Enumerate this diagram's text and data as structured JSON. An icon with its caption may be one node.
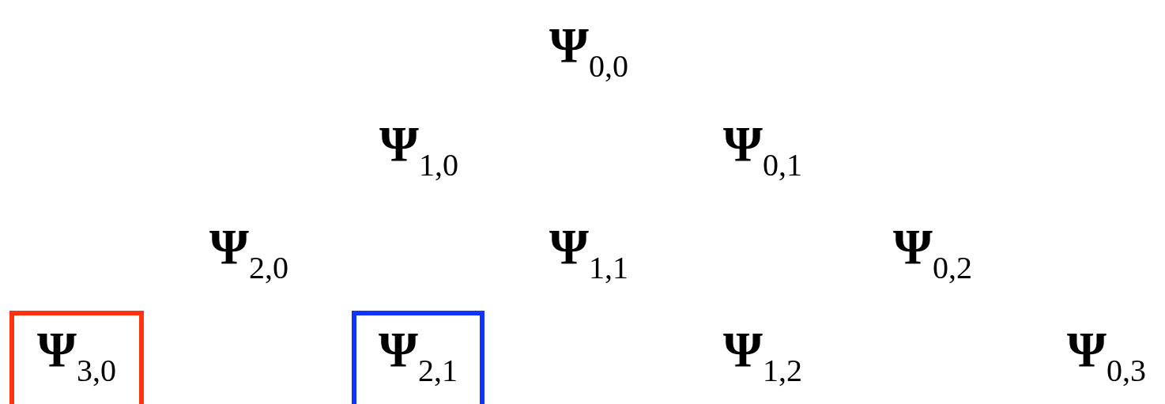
{
  "diagram": {
    "nodes": [
      {
        "text": [
          "**Ψ**$_{3,0}$"
        ]
      },
      {
        "text": [
          "**Ψ**$_{2,1}$"
        ]
      }
    ],
    "labels": [
      "**Ψ**$_{0,0}$",
      "**Ψ**$_{1,0}$",
      "**Ψ**$_{0,1}$",
      "**Ψ**$_{2,0}$",
      "**Ψ**$_{1,1}$",
      "**Ψ**$_{0,2}$",
      "**Ψ**$_{1,2}$",
      "**Ψ**$_{0,3}$"
    ]
  }
}
